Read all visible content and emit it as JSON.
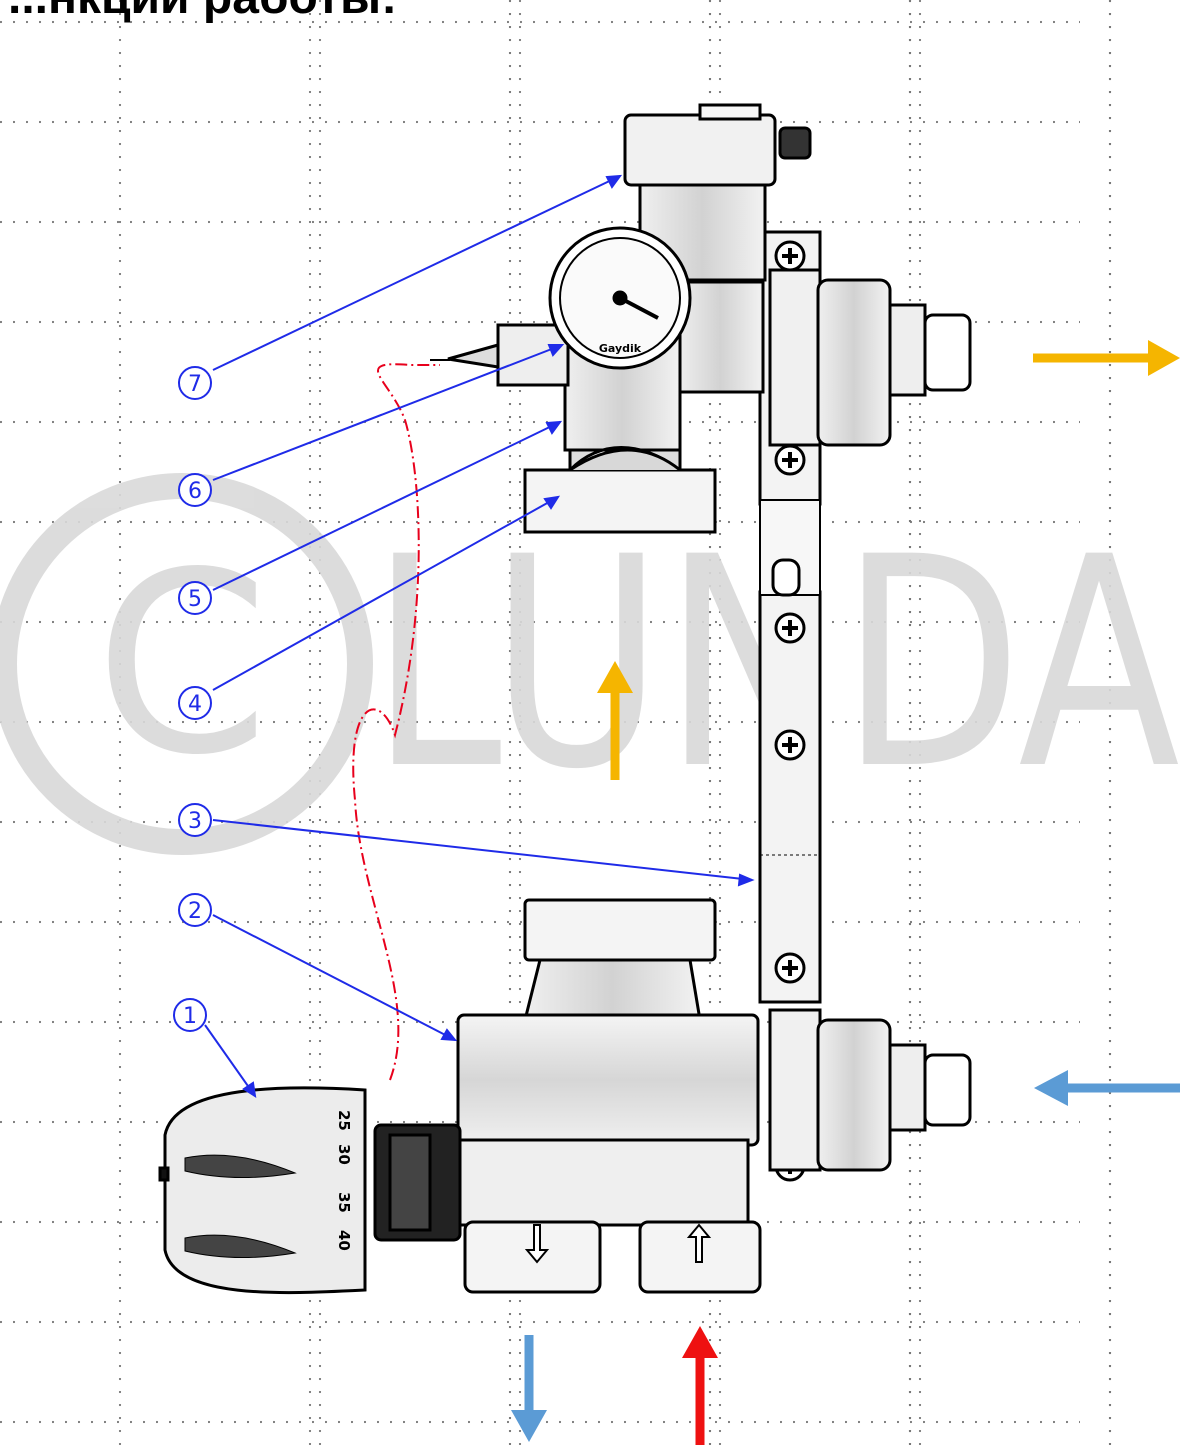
{
  "page_title": "...нкции работы:",
  "watermark": {
    "text": "LUNDA"
  },
  "colors": {
    "callout": "#1f2be8",
    "supply": "#f5b500",
    "return": "#5b9bd5",
    "hot_inlet": "#ee1111",
    "sensor_line": "#e8001c",
    "watermark": "#d9d9d9"
  },
  "callouts": [
    {
      "id": "1",
      "label": "1"
    },
    {
      "id": "2",
      "label": "2"
    },
    {
      "id": "3",
      "label": "3"
    },
    {
      "id": "4",
      "label": "4"
    },
    {
      "id": "5",
      "label": "5"
    },
    {
      "id": "6",
      "label": "6"
    },
    {
      "id": "7",
      "label": "7"
    }
  ],
  "thermostat_scale": [
    "25",
    "30",
    "35",
    "40"
  ],
  "gauge_brand": "Gaydik",
  "flow_arrows": [
    {
      "id": "supply-out-right",
      "color": "supply",
      "direction": "right"
    },
    {
      "id": "supply-up",
      "color": "supply",
      "direction": "up"
    },
    {
      "id": "return-in-right",
      "color": "return",
      "direction": "left"
    },
    {
      "id": "return-down",
      "color": "return",
      "direction": "down"
    },
    {
      "id": "hot-inlet-up",
      "color": "hot_inlet",
      "direction": "up"
    }
  ]
}
